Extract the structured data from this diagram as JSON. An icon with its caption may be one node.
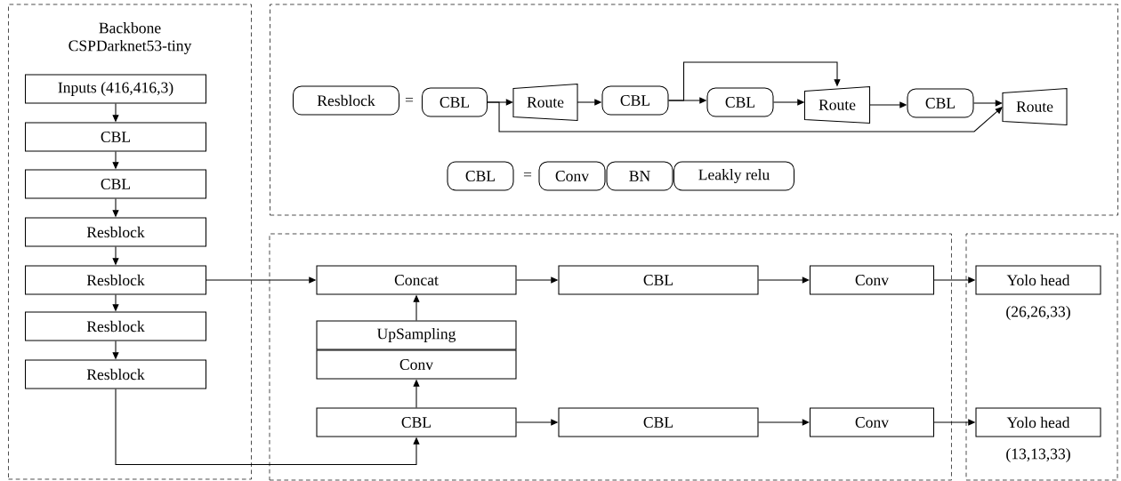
{
  "diagram": {
    "nodes": [
      {
        "text": [
          "Backbone CSPDarknet53-tiny"
        ]
      },
      {
        "text": [
          "Inputs (416,416,3)"
        ],
        "in": 0
      },
      {
        "text": [
          "CBL"
        ],
        "in": 0
      },
      {
        "text": [
          "CBL"
        ],
        "in": 0
      },
      {
        "text": [
          "Resblock"
        ],
        "in": 0
      },
      {
        "text": [
          "Resblock"
        ],
        "in": 0
      },
      {
        "text": [
          "Resblock"
        ],
        "in": 0
      },
      {
        "text": [
          "Resblock"
        ],
        "in": 0
      },
      {
        "text": [],
        "shape": "box"
      },
      {
        "text": [
          "Resblock"
        ],
        "in": 8
      },
      {
        "text": [
          "CBL"
        ],
        "in": 8
      },
      {
        "text": [
          "Route"
        ],
        "in": 8
      },
      {
        "text": [
          "CBL"
        ],
        "in": 8
      },
      {
        "text": [
          "CBL"
        ],
        "in": 8
      },
      {
        "text": [
          "Route"
        ],
        "in": 8
      },
      {
        "text": [
          "CBL"
        ],
        "in": 8
      },
      {
        "text": [
          "Route"
        ],
        "in": 8
      },
      {
        "text": [
          "CBL"
        ],
        "in": 8
      },
      {
        "text": [
          "Conv"
        ],
        "in": 8
      },
      {
        "text": [
          "BN"
        ],
        "in": 8
      },
      {
        "text": [
          "Leakly relu"
        ],
        "in": 8
      },
      {
        "text": [],
        "shape": "box"
      },
      {
        "text": [
          "Concat"
        ],
        "in": 21
      },
      {
        "text": [
          "CBL"
        ],
        "in": 21
      },
      {
        "text": [
          "Conv"
        ],
        "in": 21
      },
      {
        "text": [
          "UpSampling"
        ],
        "in": 21
      },
      {
        "text": [
          "Conv"
        ],
        "in": 21
      },
      {
        "text": [
          "CBL"
        ],
        "in": 21
      },
      {
        "text": [
          "CBL"
        ],
        "in": 21
      },
      {
        "text": [
          "Conv"
        ],
        "in": 21
      },
      {
        "text": [],
        "shape": "box"
      },
      {
        "text": [
          "Yolo head"
        ],
        "in": 30,
        "beside": [
          "(26,26,33)"
        ]
      },
      {
        "text": [
          "Yolo head"
        ],
        "in": 30,
        "beside": [
          "(13,13,33)"
        ]
      }
    ],
    "edges": [
      {
        "from": 1,
        "to": 2,
        "arrow": "to"
      },
      {
        "from": 2,
        "to": 3,
        "arrow": "to"
      },
      {
        "from": 3,
        "to": 4,
        "arrow": "to"
      },
      {
        "from": 4,
        "to": 5,
        "arrow": "to"
      },
      {
        "from": 5,
        "to": 6,
        "arrow": "to"
      },
      {
        "from": 6,
        "to": 7,
        "arrow": "to"
      },
      {
        "from": 10,
        "to": 11,
        "arrow": "to"
      },
      {
        "from": 11,
        "to": 12,
        "arrow": "to"
      },
      {
        "from": 12,
        "to": 13,
        "arrow": "to"
      },
      {
        "from": 13,
        "to": 14,
        "arrow": "to"
      },
      {
        "from": 14,
        "to": 15,
        "arrow": "to"
      },
      {
        "from": 15,
        "to": 16,
        "arrow": "to"
      },
      {
        "from": 12,
        "to": 14,
        "arrow": "to"
      },
      {
        "from": 10,
        "to": 16,
        "arrow": "to"
      },
      {
        "from": 5,
        "to": 22,
        "arrow": "to"
      },
      {
        "from": 7,
        "to": 27,
        "arrow": "to"
      },
      {
        "from": 27,
        "to": 26,
        "arrow": "to"
      },
      {
        "from": 25,
        "to": 22,
        "arrow": "to"
      },
      {
        "from": 22,
        "to": 23,
        "arrow": "to"
      },
      {
        "from": 23,
        "to": 24,
        "arrow": "to"
      },
      {
        "from": 24,
        "to": 31,
        "arrow": "to"
      },
      {
        "from": 27,
        "to": 28,
        "arrow": "to"
      },
      {
        "from": 28,
        "to": 29,
        "arrow": "to"
      },
      {
        "from": 29,
        "to": 32,
        "arrow": "to"
      }
    ],
    "labels": [
      "=",
      "="
    ]
  }
}
